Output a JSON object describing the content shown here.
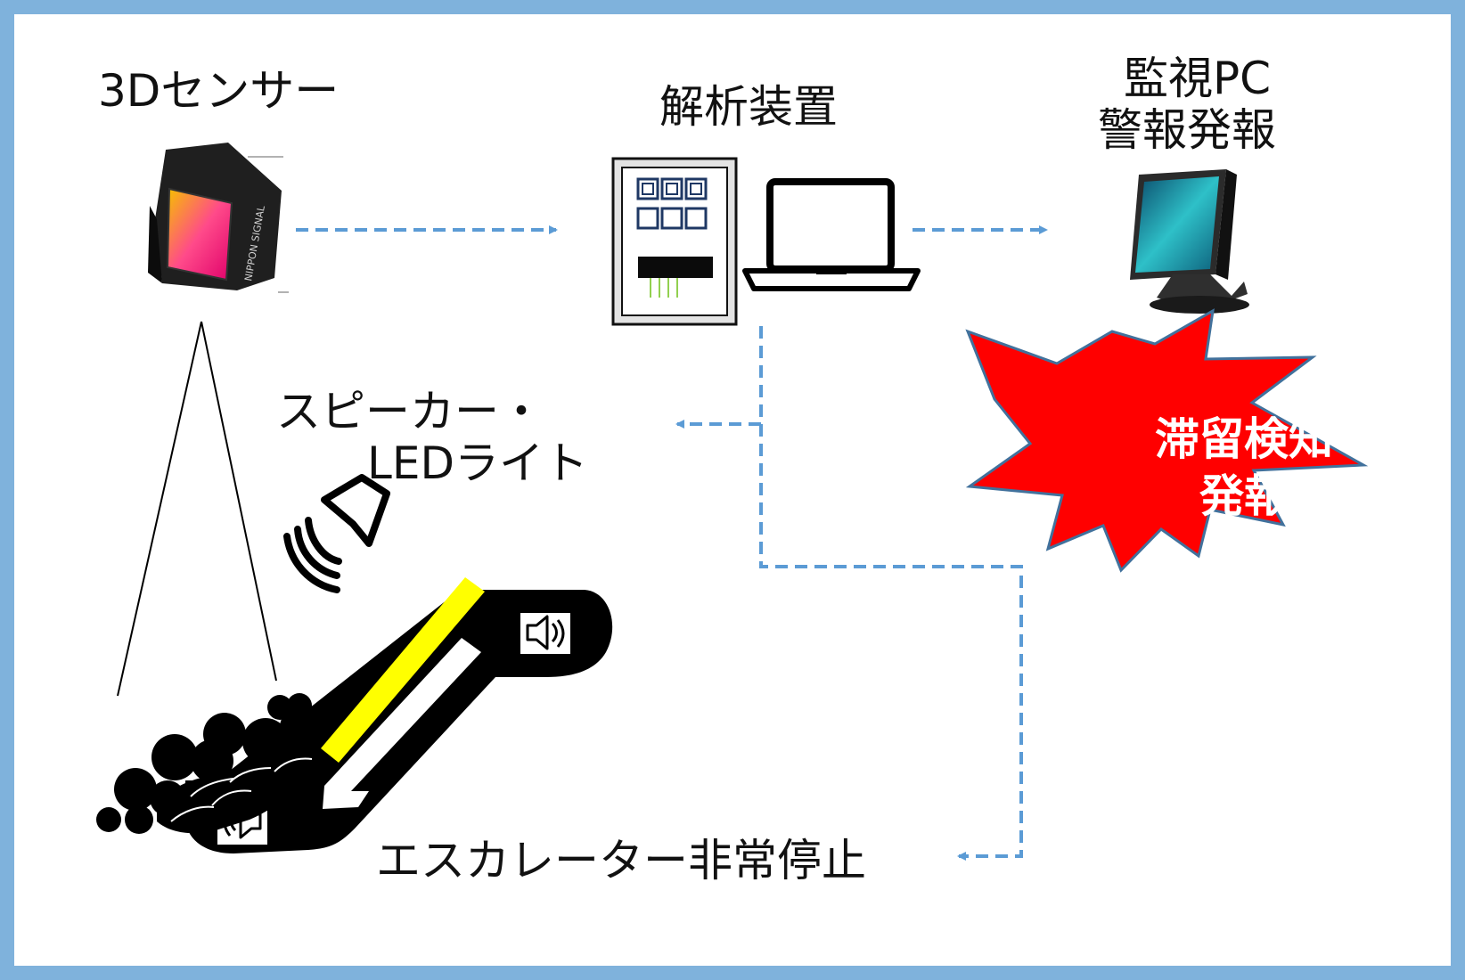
{
  "labels": {
    "sensor": "3Dセンサー",
    "analyzer": "解析装置",
    "monitor_line1": "監視PC",
    "monitor_line2": "警報発報",
    "speaker_line1": "スピーカー・",
    "speaker_line2": "LEDライト",
    "escalator": "エスカレーター非常停止"
  },
  "alert": {
    "line1": "滞留検知",
    "line2": "発報",
    "fill_color": "#ff0000",
    "stroke_color": "#41719c"
  },
  "sensor_device": {
    "brand": "NIPPON SIGNAL"
  },
  "colors": {
    "frame": "#7fb2dc",
    "arrow": "#5b9bd5",
    "handrail": "#ffff00",
    "escalator": "#000000"
  }
}
